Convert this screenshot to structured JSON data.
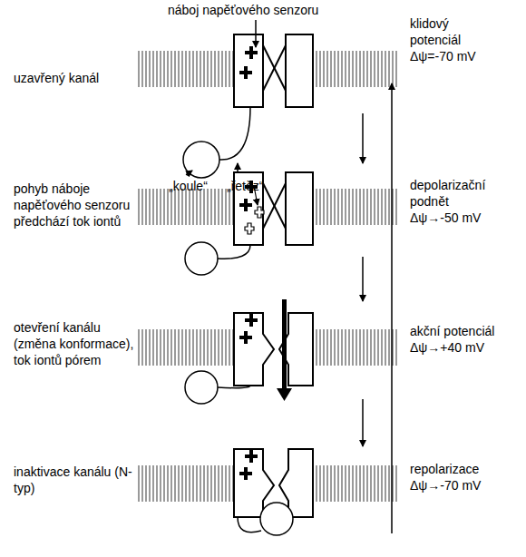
{
  "diagram": {
    "labels": [
      "náboj napěťového senzoru",
      "uzavřený kanál",
      "klidový potenciál Δψ=-70 mV",
      "„koule“",
      "„řetěz“",
      "pohyb náboje napěťového senzoru předchází tok iontů",
      "depolarizační podnět Δψ→-50 mV",
      "otevření kanálu (změna konformace), tok iontů pórem",
      "akční potenciál Δψ→+40 mV",
      "inaktivace kanálu (N-typ)",
      "repolarizace Δψ→-70 mV"
    ]
  }
}
